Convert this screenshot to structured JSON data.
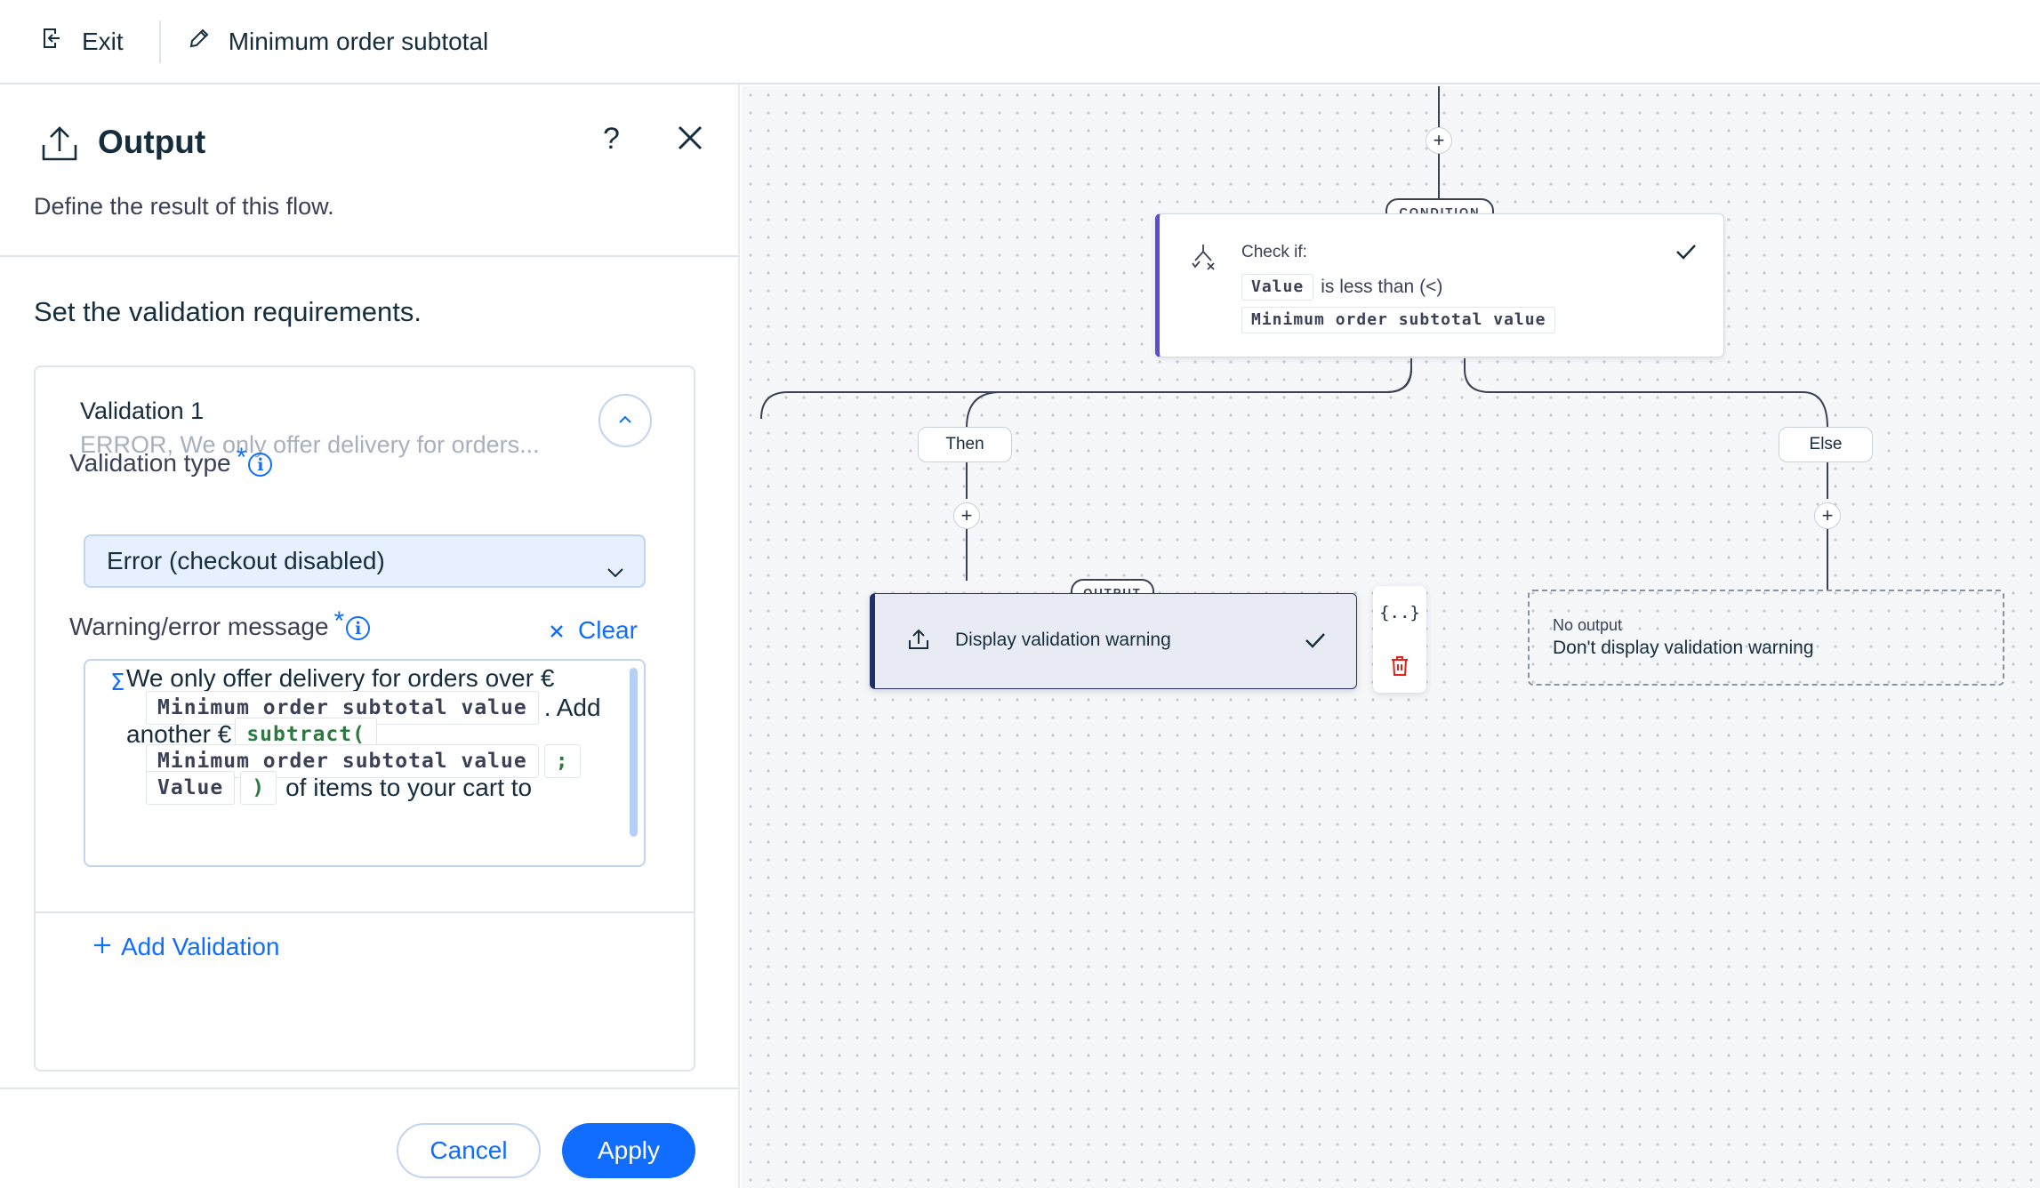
{
  "topbar": {
    "exit_label": "Exit",
    "flow_title": "Minimum order subtotal"
  },
  "panel": {
    "title": "Output",
    "help_label": "?",
    "subtitle": "Define the result of this flow.",
    "section_title": "Set the validation requirements.",
    "validation": {
      "title": "Validation 1",
      "summary": "ERROR, We only offer delivery for orders...",
      "type_label": "Validation type",
      "required_mark": "*",
      "type_value": "Error (checkout disabled)",
      "message_label": "Warning/error message",
      "clear_label": "Clear",
      "message": {
        "part1": "We only offer delivery for orders over €",
        "chip_min1": "Minimum order subtotal value",
        "part2": ". Add",
        "part3": "another €",
        "chip_fn": "subtract(",
        "chip_min2": "Minimum order subtotal value",
        "chip_sep": ";",
        "chip_value": "Value",
        "chip_close": ")",
        "part4": "of items to your cart to"
      }
    },
    "add_validation_label": "Add Validation",
    "cancel_label": "Cancel",
    "apply_label": "Apply"
  },
  "canvas": {
    "condition": {
      "tag": "CONDITION",
      "check_label": "Check if:",
      "chip_value": "Value",
      "operator": "is less than (<)",
      "chip_compare": "Minimum order subtotal value"
    },
    "then_label": "Then",
    "else_label": "Else",
    "output": {
      "tag": "OUTPUT",
      "label": "Display validation warning"
    },
    "no_output": {
      "small": "No output",
      "main": "Don't display validation warning"
    },
    "tools": {
      "variables_label": "{..}"
    }
  },
  "colors": {
    "accent": "#116dff",
    "condition_accent": "#5b4cd6",
    "output_accent": "#20306b",
    "delete_red": "#e62214"
  }
}
